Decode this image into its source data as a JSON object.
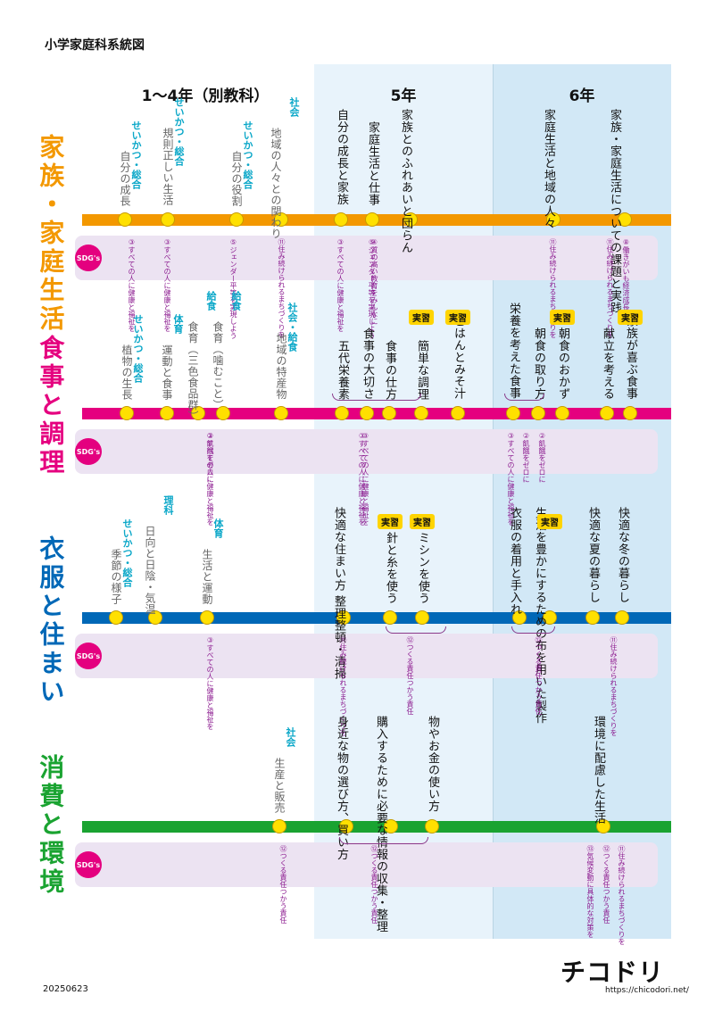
{
  "title": "小学家庭科系統図",
  "grades": [
    "1～4年（別教科）",
    "5年",
    "6年"
  ],
  "sdgs_label": "SDG's",
  "practice_label": "実習",
  "date": "20250623",
  "logo": {
    "text": "チコドリ",
    "url": "https://chicodori.net/"
  },
  "colors": {
    "orange": "#f39800",
    "pink": "#e5007f",
    "blue": "#0068b7",
    "green": "#1aa331",
    "teal": "#0aa7c8",
    "sdg": "#8b1a8f"
  },
  "sections": [
    {
      "category": "家族・家庭生活",
      "items": [
        {
          "text": "自分の成長",
          "tag": "せいかつ・総合"
        },
        {
          "text": "規則正しい生活",
          "tag": "せいかつ・総合"
        },
        {
          "text": "自分の役割",
          "tag": "せいかつ・総合"
        },
        {
          "text": "地域の人々との関わり",
          "tag": "社会"
        },
        {
          "text": "自分の成長と家族",
          "tag": ""
        },
        {
          "text": "家庭生活と仕事",
          "tag": ""
        },
        {
          "text": "家族とのふれあいと団らん",
          "tag": ""
        },
        {
          "text": "家庭生活と地域の人々",
          "tag": ""
        },
        {
          "text": "家族・家庭生活についての課題と実践",
          "tag": ""
        }
      ],
      "sdgs": [
        "③すべての人に健康と福祉を",
        "③すべての人に健康と福祉を",
        "⑤ジェンダー平等を実現しよう",
        "⑪住み続けられるまちづくりを",
        "③すべての人に健康と福祉を",
        "⑤ジェンダー平等を実現しよう",
        "⑪住み続けられるまちづくりを",
        "⑪住み続けられるまちづくりを",
        "⑧働きがいも経済成長も",
        "④質の高い教育をみんなに"
      ]
    },
    {
      "category": "食事と調理",
      "items": [
        {
          "text": "植物の生長",
          "tag": "せいかつ・総合"
        },
        {
          "text": "運動と食事",
          "tag": "体育"
        },
        {
          "text": "食育（三色食品群）",
          "tag": "給食"
        },
        {
          "text": "食育（噛むこと）",
          "tag": "給食"
        },
        {
          "text": "地域の特産物",
          "tag": "社会・給食"
        },
        {
          "text": "五代栄養素",
          "tag": ""
        },
        {
          "text": "食事の大切さ",
          "tag": ""
        },
        {
          "text": "食事の仕方",
          "tag": ""
        },
        {
          "text": "簡単な調理",
          "tag": "実習"
        },
        {
          "text": "ごはんとみそ汁",
          "tag": "実習"
        },
        {
          "text": "栄養を考えた食事",
          "tag": ""
        },
        {
          "text": "朝食の取り方",
          "tag": ""
        },
        {
          "text": "朝食のおかず",
          "tag": "実習"
        },
        {
          "text": "献立を考える",
          "tag": ""
        },
        {
          "text": "家族が喜ぶ食事",
          "tag": "実習"
        }
      ],
      "sdgs": [
        "③すべての人に健康と福祉を",
        "③すべての人に健康と福祉を",
        "②飢餓をゼロに",
        "③すべての人に健康と福祉を",
        "②飢餓をゼロに",
        "③すべての人に健康と福祉を",
        "②飢餓をゼロに"
      ]
    },
    {
      "category": "衣服と住まい",
      "items": [
        {
          "text": "季節の様子",
          "tag": "せいかつ・総合"
        },
        {
          "text": "日向と日陰・気温",
          "tag": "理科"
        },
        {
          "text": "生活と運動",
          "tag": "体育"
        },
        {
          "text": "快適な住まい方 整理整頓・清掃",
          "tag": ""
        },
        {
          "text": "針と糸を使う",
          "tag": "実習"
        },
        {
          "text": "ミシンを使う",
          "tag": "実習"
        },
        {
          "text": "衣服の着用と手入れ",
          "tag": ""
        },
        {
          "text": "生活を豊かにするための布を用いた製作",
          "tag": "実習"
        },
        {
          "text": "快適な夏の暮らし",
          "tag": ""
        },
        {
          "text": "快適な冬の暮らし",
          "tag": ""
        }
      ],
      "sdgs": [
        "③すべての人に健康と福祉を",
        "⑪住み続けられるまちづくりを",
        "⑫つくる責任つかう責任",
        "⑫つくる責任つかう責任",
        "⑪住み続けられるまちづくりを"
      ]
    },
    {
      "category": "消費と環境",
      "items": [
        {
          "text": "生産と販売",
          "tag": "社会"
        },
        {
          "text": "身近な物の選び方、買い方",
          "tag": ""
        },
        {
          "text": "購入するために必要な情報の収集・整理",
          "tag": ""
        },
        {
          "text": "物やお金の使い方",
          "tag": ""
        },
        {
          "text": "環境に配慮した生活",
          "tag": ""
        }
      ],
      "sdgs": [
        "⑫つくる責任つかう責任",
        "⑫つくる責任つかう責任",
        "⑬気候変動に具体的な対策を",
        "⑫つくる責任つかう責任",
        "⑪住み続けられるまちづくりを"
      ]
    }
  ]
}
